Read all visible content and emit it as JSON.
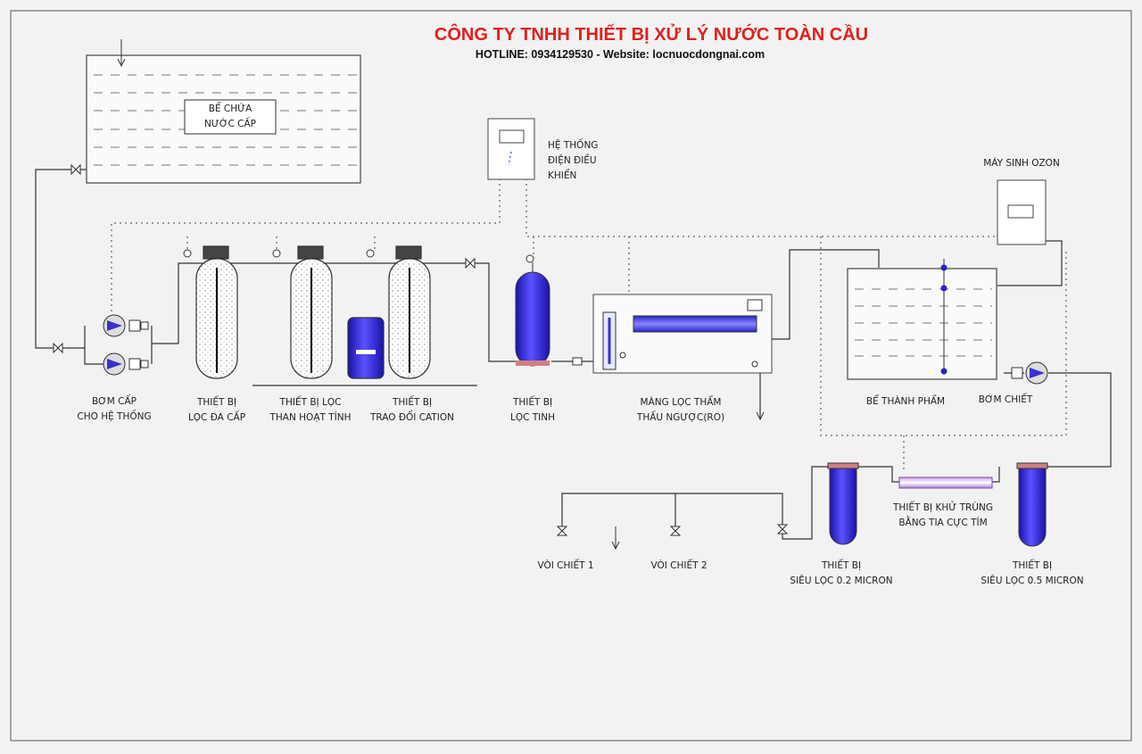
{
  "header": {
    "title": "CÔNG TY TNHH THIẾT BỊ XỬ LÝ NƯỚC TOÀN CẦU",
    "hotline": "HOTLINE: 0934129530 - Website: locnuocdongnai.com"
  },
  "labels": {
    "storage_tank": [
      "BỂ CHỨA",
      "NƯỚC CẤP"
    ],
    "control_system": [
      "HỆ THỐNG",
      "ĐIỆN   ĐIỀU",
      "KHIỂN"
    ],
    "ozone_generator": [
      "MÁY SINH OZON"
    ],
    "feed_pump": [
      "BƠM CẤP",
      "CHO HỆ THỐNG"
    ],
    "multimedia_filter": [
      "THIẾT BỊ",
      "LỌC   ĐA CẤP"
    ],
    "carbon_filter": [
      "THIẾT BỊ LỌC",
      "THAN HOẠT TÍNH"
    ],
    "cation_exchanger": [
      "THIẾT BỊ",
      "TRAO ĐỔI CATION"
    ],
    "fine_filter": [
      "THIẾT BỊ",
      "LỌC TINH"
    ],
    "ro_membrane": [
      "MÀNG   LỌC THẨM",
      "THẤU NGƯỢC(RO)"
    ],
    "product_tank": [
      "BỂ THÀNH PHẨM"
    ],
    "filling_pump": [
      "BƠM CHIẾT"
    ],
    "uv_sterilizer": [
      "THIẾT BỊ KHỬ TRÙNG",
      "BẰNG TIA CỰC TÍM"
    ],
    "tap_1": [
      "VÒI CHIẾT 1"
    ],
    "tap_2": [
      "VÒI CHIẾT 2"
    ],
    "ultra_filter_02": [
      "THIẾT BỊ",
      "SIÊU LỌC 0.2 MICRON"
    ],
    "ultra_filter_05": [
      "THIẾT BỊ",
      "SIÊU LỌC 0.5 MICRON"
    ]
  },
  "colors": {
    "title": "#e0201c",
    "line": "#333333",
    "dotted": "#999999",
    "vessel_blue": "#2a22d6",
    "vessel_cap": "#d08080"
  }
}
